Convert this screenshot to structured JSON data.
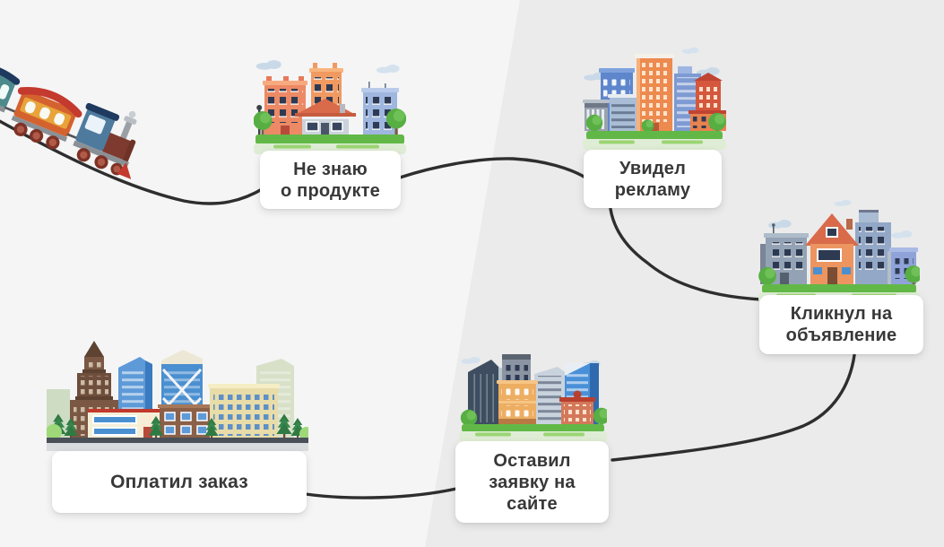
{
  "diagram": {
    "stations": [
      {
        "id": "unaware",
        "lines": [
          "Не знаю",
          "о продукте"
        ]
      },
      {
        "id": "saw-ad",
        "lines": [
          "Увидел",
          "рекламу"
        ]
      },
      {
        "id": "clicked-ad",
        "lines": [
          "Кликнул на",
          "объявление"
        ]
      },
      {
        "id": "left-request",
        "lines": [
          "Оставил",
          "заявку на",
          "сайте"
        ]
      },
      {
        "id": "paid-order",
        "lines": [
          "Оплатил заказ"
        ]
      }
    ],
    "illustrations": {
      "train": "steam-train-descending",
      "station_art": [
        "small-town",
        "city-with-towers",
        "old-town-houses",
        "business-district",
        "large-metropolis"
      ]
    },
    "colors": {
      "background_left": "#f5f5f5",
      "background_right": "#ebebeb",
      "track": "#2e2e2e",
      "card_bg": "#ffffff",
      "card_text": "#383838"
    }
  }
}
